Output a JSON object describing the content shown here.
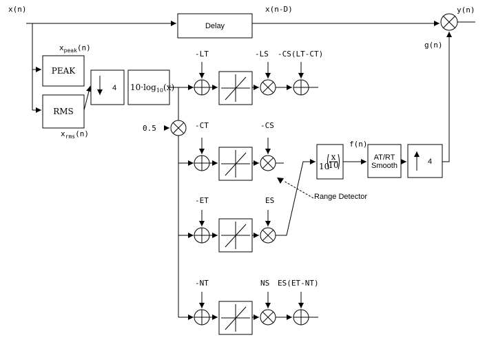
{
  "signals": {
    "input": "x(n)",
    "delayed": "x(n-D)",
    "output": "y(n)",
    "gain": "g(n)",
    "peak_prefix": "x",
    "peak_sub": "peak",
    "peak_suffix": "(n)",
    "rms_prefix": "x",
    "rms_sub": "rms",
    "rms_suffix": "(n)",
    "fn": "f(n)"
  },
  "blocks": {
    "delay": "Delay",
    "peak": "PEAK",
    "rms": "RMS",
    "downsample_factor": "4",
    "log_prefix": "10·log",
    "log_sub": "10",
    "log_suffix": "(x)",
    "exp_base": "10",
    "exp_num": "x",
    "exp_den": "10",
    "smooth_line1": "AT/RT",
    "smooth_line2": "Smooth",
    "upsample_factor": "4"
  },
  "constants": {
    "half": "0.5"
  },
  "rows": [
    {
      "threshold": "-LT",
      "slope": "-LS",
      "offset": "-CS(LT-CT)"
    },
    {
      "threshold": "-CT",
      "slope": "-CS",
      "offset": ""
    },
    {
      "threshold": "-ET",
      "slope": "ES",
      "offset": ""
    },
    {
      "threshold": "-NT",
      "slope": "NS",
      "offset": "ES(ET-NT)"
    }
  ],
  "annotation": "Range Detector"
}
